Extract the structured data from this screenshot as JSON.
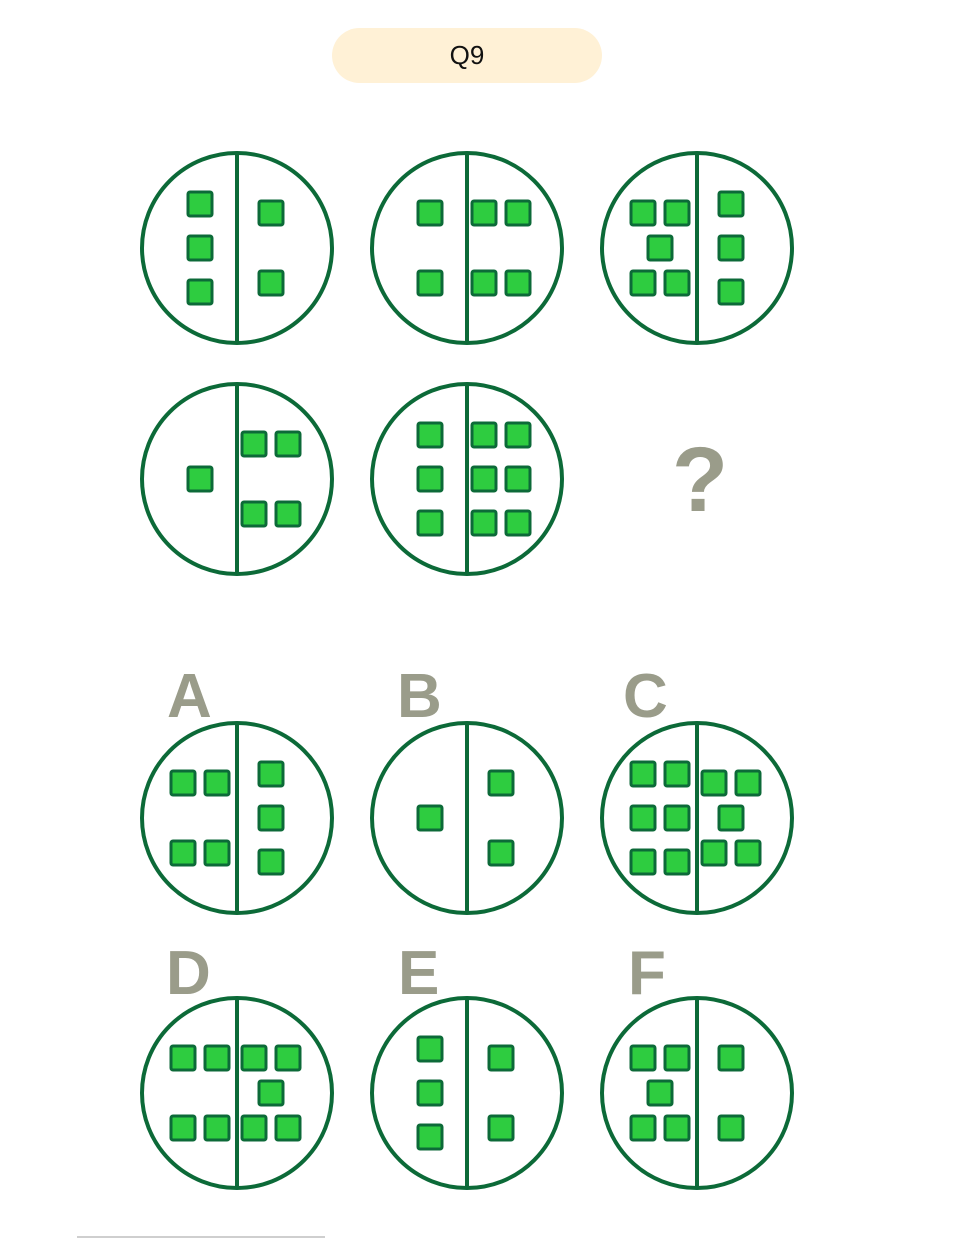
{
  "header": {
    "question_label": "Q9"
  },
  "colors": {
    "circle_stroke": "#0c6a38",
    "square_fill": "#2ecc40",
    "square_stroke": "#0c6a38",
    "letter": "#9a9c8a",
    "pill_bg": "#fff1d6"
  },
  "puzzle": {
    "missing_symbol": "?",
    "cells": [
      {
        "left": "3-col",
        "right": "2-sep"
      },
      {
        "left": "2-sep",
        "right": "4-grid"
      },
      {
        "left": "5-dice",
        "right": "3-col"
      },
      {
        "left": "1-center",
        "right": "4-grid"
      },
      {
        "left": "3-col",
        "right": "6-grid"
      }
    ]
  },
  "options": [
    {
      "letter": "A",
      "left": "4-grid",
      "right": "3-col"
    },
    {
      "letter": "B",
      "left": "1-center",
      "right": "2-sep"
    },
    {
      "letter": "C",
      "left": "6-grid",
      "right": "5-dice"
    },
    {
      "letter": "D",
      "left": "4-grid",
      "right": "5-dice"
    },
    {
      "letter": "E",
      "left": "3-col",
      "right": "2-sep"
    },
    {
      "letter": "F",
      "left": "5-dice",
      "right": "2-sep"
    }
  ]
}
